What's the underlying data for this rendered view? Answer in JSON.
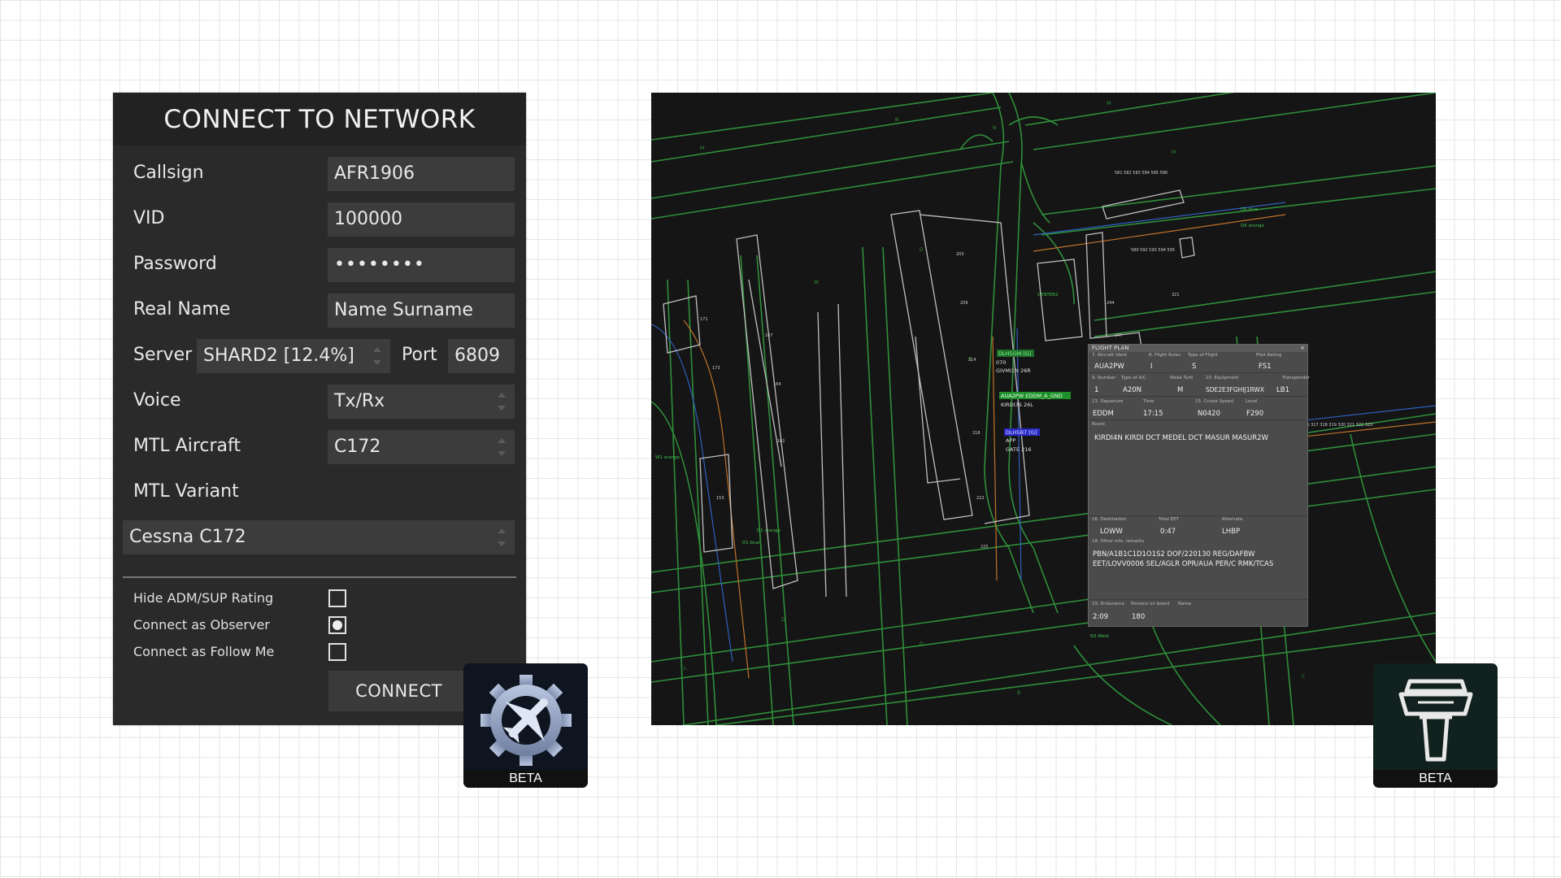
{
  "connect": {
    "title": "CONNECT TO NETWORK",
    "callsign": {
      "label": "Callsign",
      "value": "AFR1906"
    },
    "vid": {
      "label": "VID",
      "value": "100000"
    },
    "password": {
      "label": "Password",
      "value": "••••••••"
    },
    "real_name": {
      "label": "Real Name",
      "value": "Name Surname"
    },
    "server": {
      "label": "Server",
      "value": "SHARD2 [12.4%]"
    },
    "port": {
      "label": "Port",
      "value": "6809"
    },
    "voice": {
      "label": "Voice",
      "value": "Tx/Rx"
    },
    "mtl_aircraft": {
      "label": "MTL Aircraft",
      "value": "C172"
    },
    "mtl_variant": {
      "label": "MTL Variant",
      "value": "Cessna C172"
    },
    "options": [
      {
        "label": "Hide ADM/SUP Rating",
        "checked": false
      },
      {
        "label": "Connect as Observer",
        "checked": true
      },
      {
        "label": "Connect as Follow Me",
        "checked": false
      }
    ],
    "connect_label": "CONNECT"
  },
  "badges": {
    "pilot": {
      "label": "BETA",
      "icon": "gear-airplane-icon"
    },
    "atc": {
      "label": "BETA",
      "icon": "control-tower-icon"
    }
  },
  "radar": {
    "colors": {
      "taxiway": "#2f8f3a",
      "stand": "#b0b0b0",
      "blue": "#2f5fc0",
      "orange": "#c0722a"
    },
    "labels": {
      "tag1": "DLH5GM [G]",
      "tag1_sub": "GIVMI1N 26R",
      "tag2": "AUA2PW EDDM_A_GND",
      "tag2_sub": "KIRDI3S 26L",
      "tag3": "DLH5B7 [G]",
      "tag3_sub": "APP",
      "tag3_gate": "GATE 216",
      "center2": "CENTER2",
      "d6_blue": "D6 blue",
      "d6_orange": "D6 orange",
      "w1_orange": "W1 orange",
      "d1_orange": "D1 orange",
      "d1_blue": "D1 blue",
      "n3_west": "N3 West",
      "num_070": "070"
    },
    "flight_plan": {
      "title": "FLIGHT PLAN",
      "l_ident": "7. Aircraft Ident",
      "l_rules": "8. Flight Rules",
      "l_type": "Type of Flight",
      "l_pilot": "Pilot Rating",
      "ident": "AUA2PW",
      "rules": "I",
      "type": "S",
      "pilot": "FS1",
      "l_number": "9. Number",
      "l_actype": "Type of A/C",
      "l_wake": "Wake Turb",
      "l_equip": "10. Equipment",
      "l_xpdr": "Transponder",
      "number": "1",
      "actype": "A20N",
      "wake": "M",
      "equip": "SDE2E3FGHIJ1RWX",
      "xpdr": "LB1",
      "l_dep": "13. Departure",
      "l_time": "Time",
      "l_speed": "15. Cruise Speed",
      "l_level": "Level",
      "dep": "EDDM",
      "time": "17:15",
      "speed": "N0420",
      "level": "F290",
      "l_route": "Route",
      "route": "KIRDI4N KIRDI DCT MEDEL DCT MASUR MASUR2W",
      "l_dest": "16. Destination",
      "l_eet": "Total EET",
      "l_altn": "Alternate",
      "dest": "LOWW",
      "eet": "0:47",
      "altn": "LHBP",
      "l_other": "18. Other info. remarks",
      "other1": "PBN/A1B1C1D1O1S2 DOF/220130 REG/DAFBW",
      "other2": "EET/LOVV0006 SEL/AGLR OPR/AUA PER/C RMK/TCAS",
      "l_endur": "19. Endurance",
      "l_pob": "Persons on board",
      "l_name": "Name",
      "endur": "2:09",
      "pob": "180"
    }
  }
}
